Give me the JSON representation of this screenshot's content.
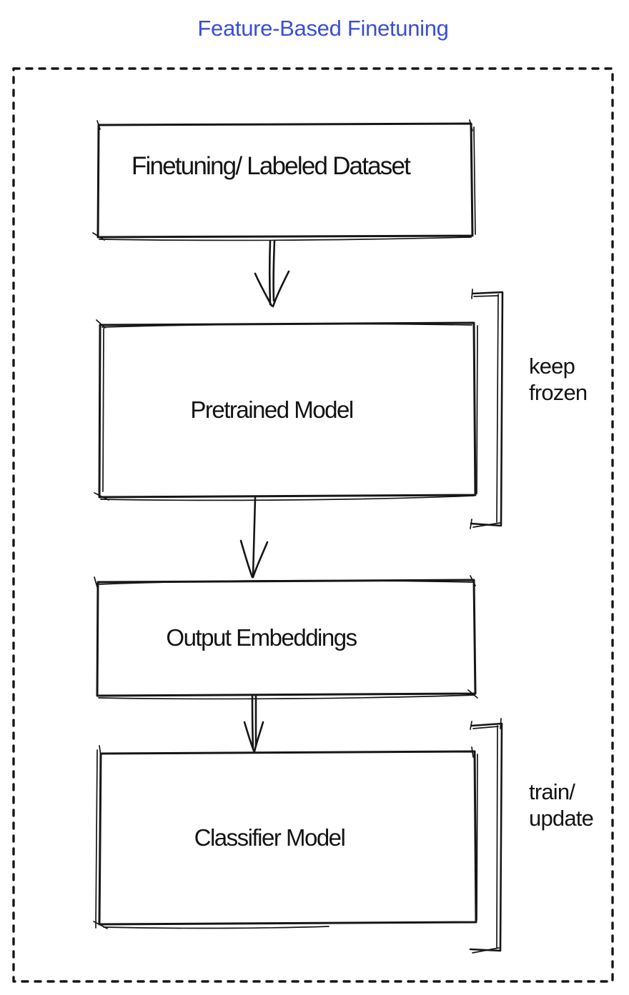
{
  "title": "Feature-Based Finetuning",
  "colors": {
    "title": "#3A4ED9",
    "border": "#3C55CD",
    "gray_box": "#8B919B",
    "blue_box": "#4B6FEE",
    "green_box": "#3FBF5A",
    "label": "#141414"
  },
  "boxes": {
    "dataset": {
      "label": "Finetuning/ Labeled Dataset"
    },
    "pretrained": {
      "label": "Pretrained Model"
    },
    "embeddings": {
      "label": "Output Embeddings"
    },
    "classifier": {
      "label": "Classifier Model"
    }
  },
  "annotations": {
    "keep_frozen": {
      "line1": "keep",
      "line2": "frozen"
    },
    "train_update": {
      "line1": "train/",
      "line2": "update"
    }
  }
}
